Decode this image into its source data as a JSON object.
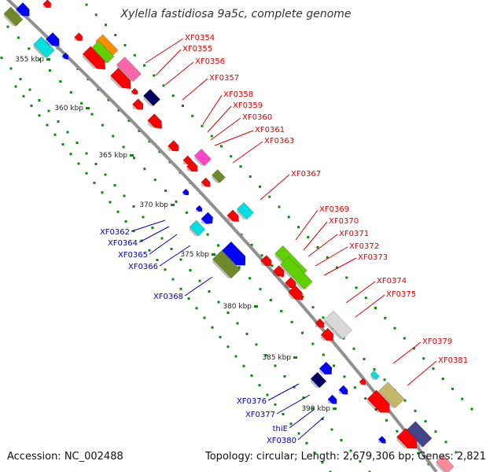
{
  "title": "Xylella fastidiosa 9a5c, complete genome",
  "footer": {
    "accession": "Accession: NC_002488",
    "topology": "Topology: circular; Length: 2,679,306 bp; Genes: 2,821"
  },
  "colors": {
    "backbone": "#8a8a8a",
    "forward_gene": "#ff0000",
    "reverse_gene": "#0000ff",
    "forward_label": "#e00000",
    "reverse_label": "#0000cc",
    "tick": "#0a8a0a"
  },
  "ruler_labels": [
    "355 kbp",
    "360 kbp",
    "365 kbp",
    "370 kbp",
    "375 kbp",
    "380 kbp",
    "385 kbp",
    "390 kbp"
  ],
  "forward_gene_labels": [
    "XF0354",
    "XF0355",
    "XF0356",
    "XF0357",
    "XF0358",
    "XF0359",
    "XF0360",
    "XF0361",
    "XF0363",
    "XF0367",
    "XF0369",
    "XF0370",
    "XF0371",
    "XF0372",
    "XF0373",
    "XF0374",
    "XF0375",
    "XF0379",
    "XF0381"
  ],
  "reverse_gene_labels": [
    "XF0362",
    "XF0364",
    "XF0365",
    "XF0366",
    "XF0368",
    "XF0376",
    "XF0377",
    "thiE",
    "XF0380"
  ]
}
